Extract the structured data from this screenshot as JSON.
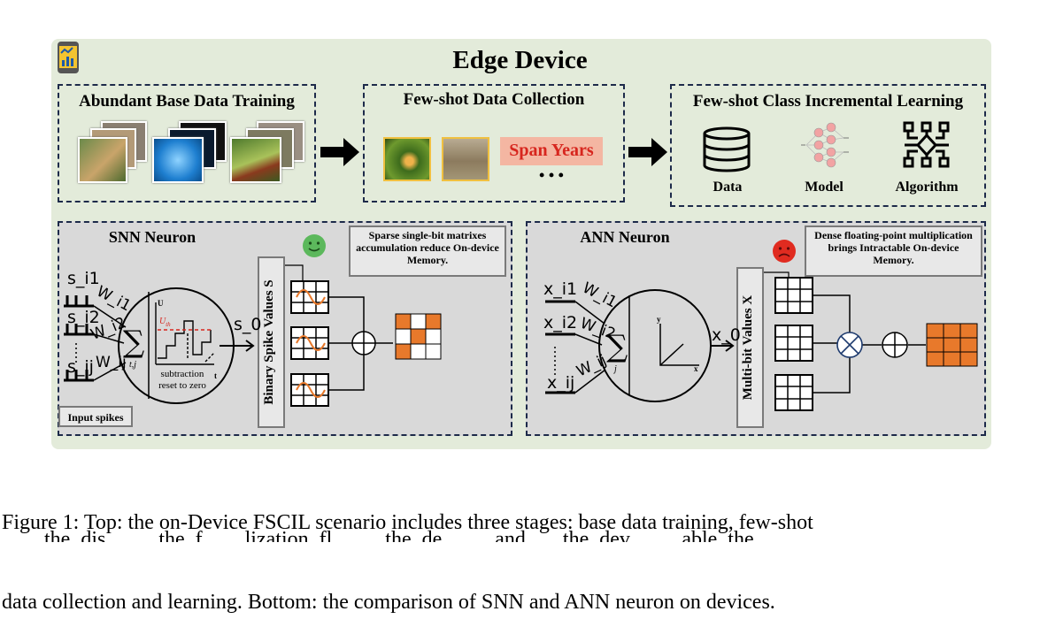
{
  "figure": {
    "title": "Edge Device",
    "top": {
      "stage1": {
        "title": "Abundant Base Data Training"
      },
      "stage2": {
        "title": "Few-shot Data Collection",
        "span_label": "Span Years",
        "ellipsis": "• • •"
      },
      "stage3": {
        "title": "Few-shot Class Incremental Learning",
        "items": [
          "Data",
          "Model",
          "Algorithm"
        ]
      }
    },
    "snn": {
      "title": "SNN Neuron",
      "note": "Sparse single-bit matrixes accumulation reduce On-device Memory.",
      "values_label": "Binary Spike Values S",
      "output_label": "s_0",
      "input_box": "Input spikes",
      "reset_text_1": "subtraction",
      "reset_text_2": "reset to zero",
      "inputs": [
        "s_i1",
        "s_i2",
        "s_ij"
      ],
      "weights": [
        "W_i1",
        "W_i2",
        "W_ij"
      ]
    },
    "ann": {
      "title": "ANN Neuron",
      "note": "Dense floating-point multiplication brings Intractable On-device Memory.",
      "values_label": "Multi-bit Values X",
      "output_label": "x_0",
      "inputs": [
        "x_i1",
        "x_i2",
        "x_ij"
      ],
      "weights": [
        "W_i1",
        "W_i2",
        "W_ij"
      ]
    },
    "colors": {
      "accent_orange": "#e8792b",
      "span_bg": "#f4b6a2",
      "span_text": "#d7261e",
      "dash": "#1d2a4a",
      "smile": "#5cb85c",
      "frown": "#e02b20"
    }
  },
  "caption": {
    "line1": "Figure 1: Top: the on-Device FSCIL scenario includes three stages: base data training, few-shot",
    "line2": "data collection and learning. Bottom: the comparison of SNN and ANN neuron on devices.",
    "line3_partial": "   ...  the  dis...  ...  the  f...  ...lization  fl...  ...  the  de...  ...  and  ...  the  dev...  ...  able  the"
  }
}
